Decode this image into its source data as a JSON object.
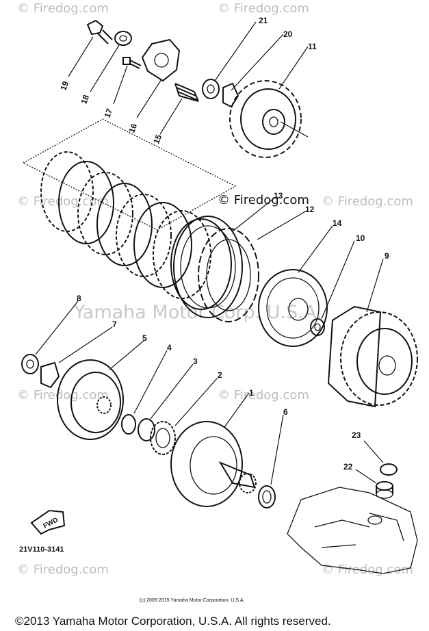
{
  "watermark": {
    "site": "© Firedog.com",
    "center": "Yamaha Motor Corp. U.S.A."
  },
  "parts": {
    "p1": "1",
    "p2": "2",
    "p3": "3",
    "p4": "4",
    "p5": "5",
    "p6": "6",
    "p7": "7",
    "p8": "8",
    "p9": "9",
    "p10": "10",
    "p11": "11",
    "p12": "12",
    "p13": "13",
    "p14": "14",
    "p15": "15",
    "p16": "16",
    "p17": "17",
    "p18": "18",
    "p19": "19",
    "p20": "20",
    "p21": "21",
    "p22": "22",
    "p23": "23"
  },
  "fwd_label": "FWD",
  "diagram_code": "21V110-3141",
  "small_copyright": "(c) 2005-2015 Yamaha Motor Corporation, U.S.A.",
  "footer_copyright": "©2013 Yamaha Motor Corporation, U.S.A. All rights reserved."
}
